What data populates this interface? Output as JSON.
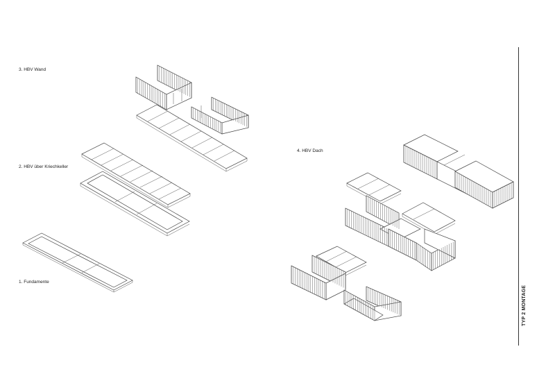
{
  "labels": {
    "wand": "3. HBV Wand",
    "kriechkeller": "2. HBV über Kriechkeller",
    "fundamente": "1. Fundamente",
    "dach": "4. HBV Dach"
  },
  "sheet_title": "TYP 2 MONTAGE",
  "colors": {
    "line": "#444444",
    "background": "#ffffff"
  }
}
